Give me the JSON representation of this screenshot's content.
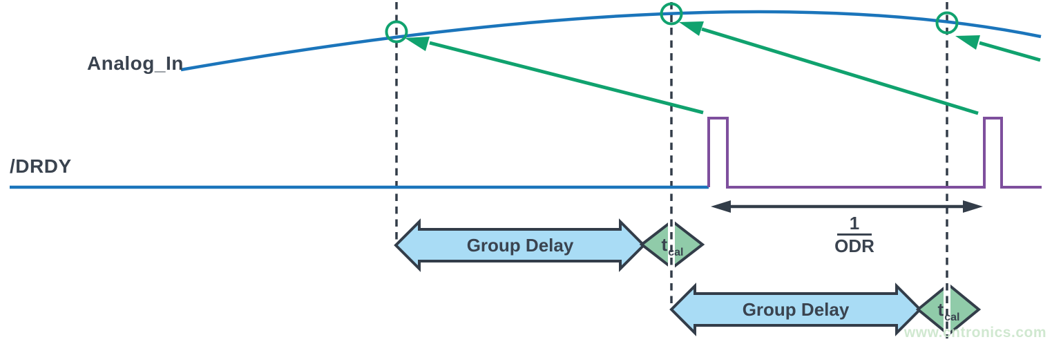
{
  "labels": {
    "analog_in": "Analog_In",
    "drdy": "/DRDY"
  },
  "measures": {
    "group_delay_first": "Group Delay",
    "group_delay_second": "Group Delay",
    "tcal_first": {
      "base": "t",
      "sub": "cal"
    },
    "tcal_second": {
      "base": "t",
      "sub": "cal"
    },
    "odr_fraction": {
      "numerator": "1",
      "denominator": "ODR"
    }
  },
  "watermark": "www.cntronics.com",
  "colors": {
    "analog_line": "#1b75bb",
    "drdy_pulse_line": "#7e4f9d",
    "marker_green": "#10a26e",
    "ink_shape": "#333d49",
    "ink_text": "#3a434f",
    "group_delay_fill": "#a9dcf5",
    "tcal_fill": "#90cba9",
    "watermark_color": "#cbe6cb"
  }
}
